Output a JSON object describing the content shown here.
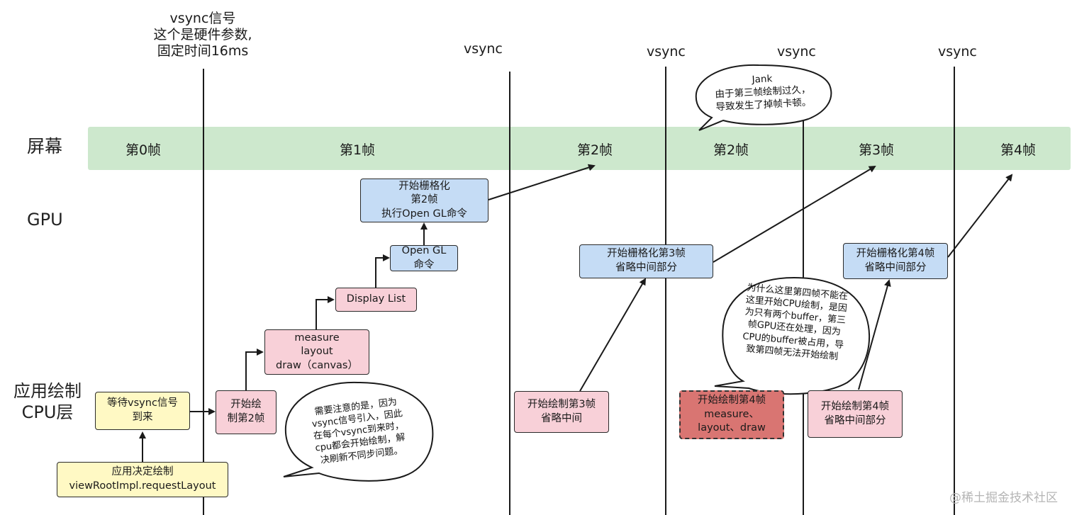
{
  "rows": {
    "screen": "屏幕",
    "gpu": "GPU",
    "cpu_line1": "应用绘制",
    "cpu_line2": "CPU层"
  },
  "vsync_header": {
    "line1": "vsync信号",
    "line2": "这个是硬件参数,",
    "line3": "固定时间16ms"
  },
  "vsync_labels": [
    "vsync",
    "vsync",
    "vsync",
    "vsync"
  ],
  "frames": [
    "第0帧",
    "第1帧",
    "第2帧",
    "第2帧",
    "第3帧",
    "第4帧"
  ],
  "boxes": {
    "app_decide": [
      "应用决定绘制",
      "viewRootImpl.requestLayout"
    ],
    "wait_vsync": [
      "等待vsync信号",
      "到来"
    ],
    "start_draw2": [
      "开始绘",
      "制第2帧"
    ],
    "measure": [
      "measure",
      "layout",
      "draw（canvas）"
    ],
    "display_list": [
      "Display List"
    ],
    "opengl": [
      "Open GL",
      "命令"
    ],
    "raster2": [
      "开始栅格化",
      "第2帧",
      "执行Open GL命令"
    ],
    "start_draw3": [
      "开始绘制第3帧",
      "省略中间"
    ],
    "raster3": [
      "开始栅格化第3帧",
      "省略中间部分"
    ],
    "start_draw4_blocked": [
      "开始绘制第4帧",
      "measure、",
      "layout、draw"
    ],
    "start_draw4": [
      "开始绘制第4帧",
      "省略中间部分"
    ],
    "raster4": [
      "开始栅格化第4帧",
      "省略中间部分"
    ]
  },
  "bubbles": {
    "note": [
      "需要注意的是，因为",
      "vsync信号引入，因此",
      "在每个vsync到来时，",
      "cpu都会开始绘制，解",
      "决刷新不同步问题。"
    ],
    "jank": [
      "Jank",
      "由于第三帧绘制过久，",
      "导致发生了掉帧卡顿。"
    ],
    "why": [
      "为什么这里第四帧不能在",
      "这里开始CPU绘制，是因",
      "为只有两个buffer，第三",
      "帧GPU还在处理，因为",
      "CPU的buffer被占用，导",
      "致第四帧无法开始绘制"
    ]
  },
  "watermark": "@稀土掘金技术社区",
  "colors": {
    "band": "#cde8cd",
    "yellow": "#fff9c4",
    "pink": "#f8d0d8",
    "blue": "#c5dcf5",
    "red": "#d97572"
  }
}
